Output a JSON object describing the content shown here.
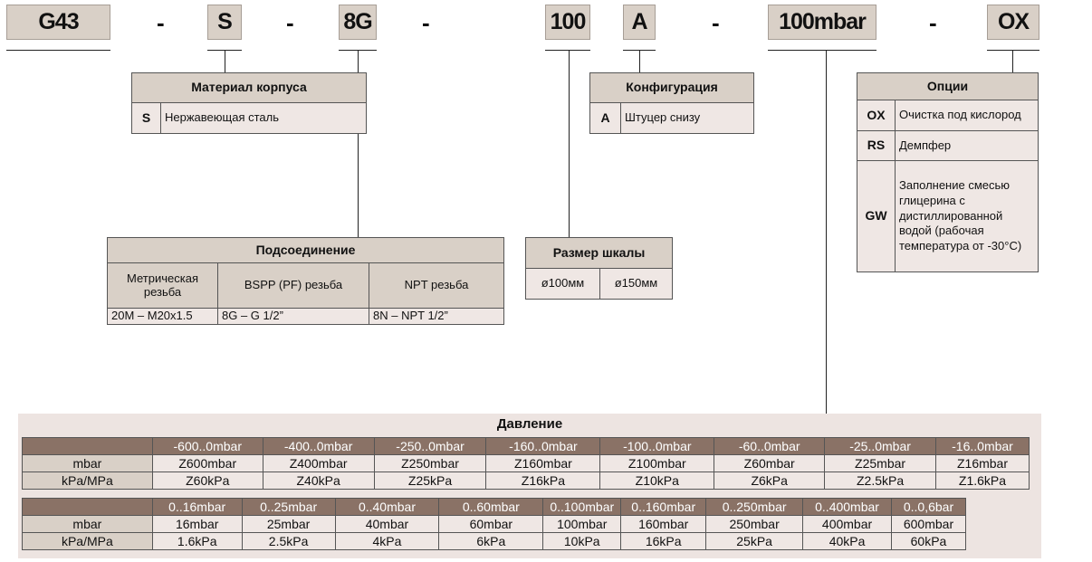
{
  "codes": [
    "G43",
    "S",
    "8G",
    "100",
    "A",
    "100mbar",
    "OX"
  ],
  "dash": "-",
  "material": {
    "title": "Материал корпуса",
    "rows": [
      {
        "code": "S",
        "text": "Нержавеющая сталь"
      }
    ]
  },
  "config": {
    "title": "Конфигурация",
    "rows": [
      {
        "code": "A",
        "text": "Штуцер снизу"
      }
    ]
  },
  "options": {
    "title": "Опции",
    "rows": [
      {
        "code": "OX",
        "text": "Очистка под кислород"
      },
      {
        "code": "RS",
        "text": "Демпфер"
      },
      {
        "code": "GW",
        "text": "Заполнение смесью глицерина с дистиллированной водой (рабочая температура от -30°C)"
      }
    ]
  },
  "connection": {
    "title": "Подсоединение",
    "headers": [
      "Метрическая резьба",
      "BSPP (PF) резьба",
      "NPT резьба"
    ],
    "values": [
      "20M – M20x1.5",
      "8G – G 1/2”",
      "8N – NPT 1/2”"
    ]
  },
  "scale": {
    "title": "Размер шкалы",
    "values": [
      "ø100мм",
      "ø150мм"
    ]
  },
  "pressure": {
    "title": "Давление",
    "table1": {
      "ranges": [
        "-600..0mbar",
        "-400..0mbar",
        "-250..0mbar",
        "-160..0mbar",
        "-100..0mbar",
        "-60..0mbar",
        "-25..0mbar",
        "-16..0mbar"
      ],
      "rows": [
        {
          "label": "mbar",
          "values": [
            "Z600mbar",
            "Z400mbar",
            "Z250mbar",
            "Z160mbar",
            "Z100mbar",
            "Z60mbar",
            "Z25mbar",
            "Z16mbar"
          ]
        },
        {
          "label": "kPa/MPa",
          "values": [
            "Z60kPa",
            "Z40kPa",
            "Z25kPa",
            "Z16kPa",
            "Z10kPa",
            "Z6kPa",
            "Z2.5kPa",
            "Z1.6kPa"
          ]
        }
      ]
    },
    "table2": {
      "ranges": [
        "0..16mbar",
        "0..25mbar",
        "0..40mbar",
        "0..60mbar",
        "0..100mbar",
        "0..160mbar",
        "0..250mbar",
        "0..400mbar",
        "0..0,6bar"
      ],
      "rows": [
        {
          "label": "mbar",
          "values": [
            "16mbar",
            "25mbar",
            "40mbar",
            "60mbar",
            "100mbar",
            "160mbar",
            "250mbar",
            "400mbar",
            "600mbar"
          ]
        },
        {
          "label": "kPa/MPa",
          "values": [
            "1.6kPa",
            "2.5kPa",
            "4kPa",
            "6kPa",
            "10kPa",
            "16kPa",
            "25kPa",
            "40kPa",
            "60kPa"
          ]
        }
      ]
    }
  }
}
